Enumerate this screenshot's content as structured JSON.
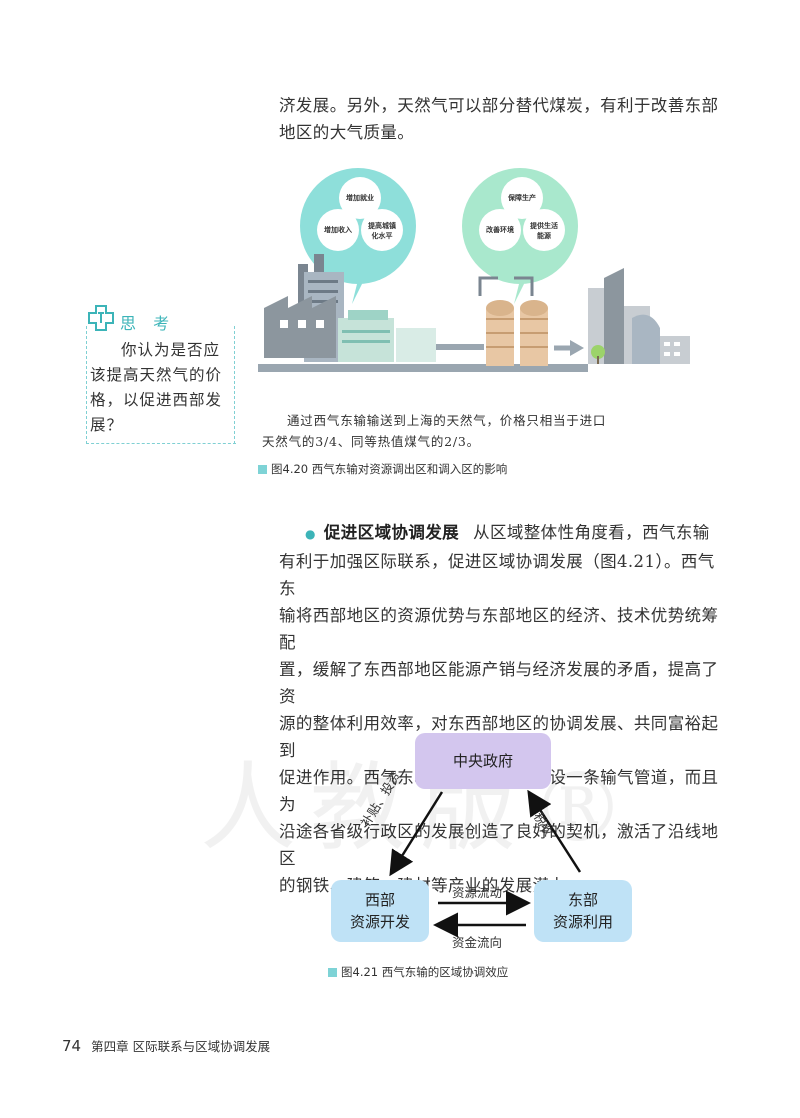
{
  "top_paragraph": {
    "line1": "济发展。另外，天然气可以部分替代煤炭，有利于改善东部",
    "line2": "地区的大气质量。"
  },
  "sidebar": {
    "title": "思 考",
    "text": "你认为是否应该提高天然气的价格，以促进西部发展？"
  },
  "fig420": {
    "bubble_left": [
      "增加就业",
      "增加收入",
      "提高城镇",
      "化水平"
    ],
    "bubble_right": [
      "保障生产",
      "改善环境",
      "提供生活",
      "能源"
    ],
    "note_line1": "通过西气东输输送到上海的天然气，价格只相当于进口",
    "note_line2": "天然气的3/4、同等热值煤气的2/3。",
    "caption": "图4.20  西气东输对资源调出区和调入区的影响"
  },
  "section": {
    "heading": "促进区域协调发展",
    "lines": [
      "从区域整体性角度看，西气东输",
      "有利于加强区际联系，促进区域协调发展（图4.21）。西气东",
      "输将西部地区的资源优势与东部地区的经济、技术优势统筹配",
      "置，缓解了东西部地区能源产销与经济发展的矛盾，提高了资",
      "源的整体利用效率，对东西部地区的协调发展、共同富裕起到",
      "促进作用。西气东输工程不仅仅是建设一条输气管道，而且为",
      "沿途各省级行政区的发展创造了良好的契机，激活了沿线地区",
      "的钢铁、建筑、建材等产业的发展潜力。"
    ]
  },
  "fig421": {
    "gov": "中央政府",
    "west_line1": "西部",
    "west_line2": "资源开发",
    "east_line1": "东部",
    "east_line2": "资源利用",
    "left_arrow_label": "补贴、投资",
    "right_arrow_label": "税收",
    "top_flow": "资源流动",
    "bottom_flow": "资金流向",
    "caption": "图4.21  西气东输的区域协调效应"
  },
  "footer": {
    "page_number": "74",
    "chapter": "第四章   区际联系与区域协调发展"
  },
  "colors": {
    "accent": "#3cb4b8",
    "gov_box": "#d3c6ee",
    "region_box": "#bfe2f6",
    "bubble_left": "#8edfda",
    "bubble_right": "#a9e8cd"
  }
}
